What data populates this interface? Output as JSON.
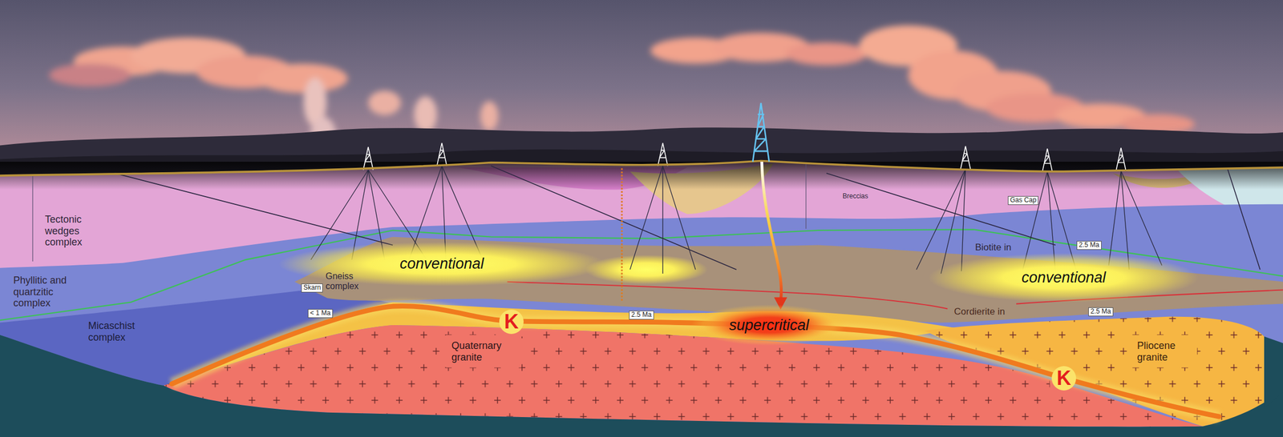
{
  "diagram": {
    "nodes": [
      {
        "text": [
          "conventional"
        ]
      },
      {
        "text": [
          "conventional"
        ]
      },
      {
        "text": [
          "supercritical"
        ]
      }
    ],
    "labels": [
      "Tectonic wedges complex",
      "Phyllitic and quartzitic complex",
      "Micaschist complex",
      "Gneiss complex",
      "Quaternary granite",
      "Biotite in",
      "Cordierite in",
      "Pliocene granite",
      "K",
      "K",
      "Breccias",
      "Gas Cap",
      "Skarn",
      "< 1 Ma",
      "2.5 Ma",
      "2.5 Ma",
      "2.5 Ma"
    ]
  }
}
